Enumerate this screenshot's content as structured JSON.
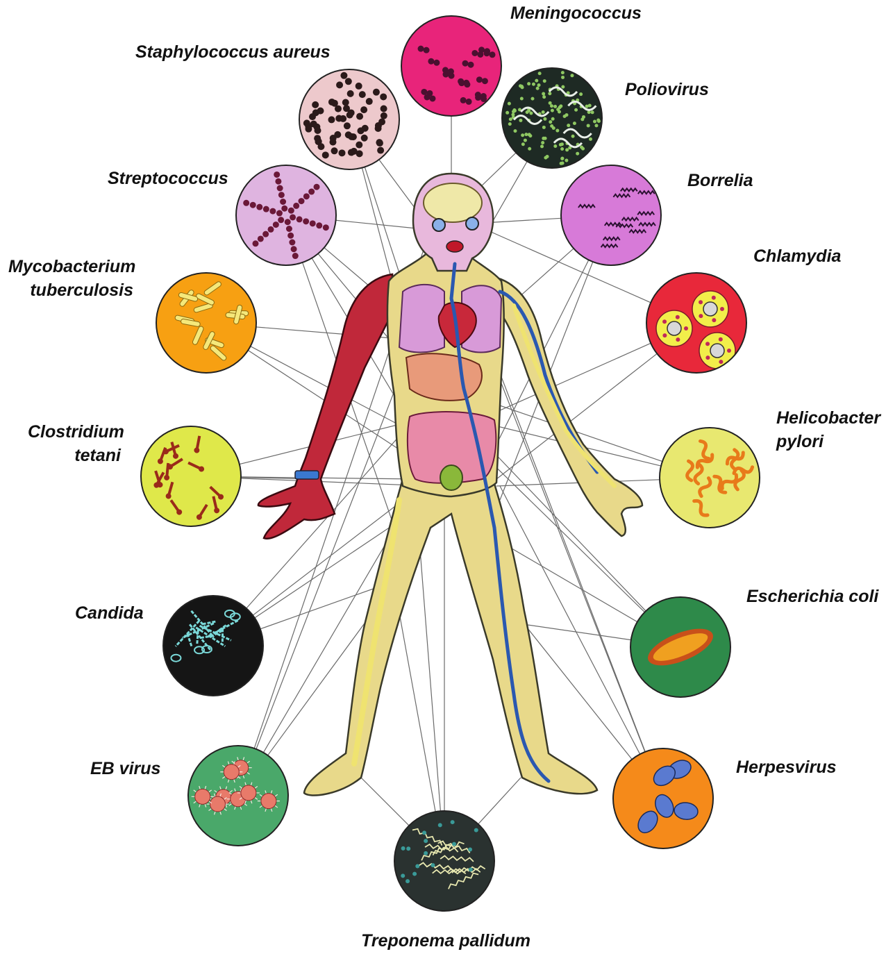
{
  "pathogens": [
    {
      "id": "meningococcus",
      "lines": [
        "Meningococcus"
      ],
      "bg": "#e8247a",
      "mark": "#4a1030",
      "pattern": "diplo"
    },
    {
      "id": "staphylococcus",
      "lines": [
        "Staphylococcus aureus"
      ],
      "bg": "#edc9cc",
      "mark": "#2b1a1a",
      "pattern": "cluster"
    },
    {
      "id": "poliovirus",
      "lines": [
        "Poliovirus"
      ],
      "bg": "#1e2a24",
      "mark": "#8fc862",
      "pattern": "dots"
    },
    {
      "id": "streptococcus",
      "lines": [
        "Streptococcus"
      ],
      "bg": "#dfb4e0",
      "mark": "#6a1838",
      "pattern": "chains"
    },
    {
      "id": "borrelia",
      "lines": [
        "Borrelia"
      ],
      "bg": "#d77ad8",
      "mark": "#2a1030",
      "pattern": "spirals"
    },
    {
      "id": "mycobacterium",
      "lines": [
        "Mycobacterium",
        "tuberculosis"
      ],
      "bg": "#f7a012",
      "mark": "#f5e87a",
      "pattern": "rods"
    },
    {
      "id": "chlamydia",
      "lines": [
        "Chlamydia"
      ],
      "bg": "#e8283a",
      "mark": "#f2ee4a",
      "pattern": "cells"
    },
    {
      "id": "clostridium",
      "lines": [
        "Clostridium",
        "tetani"
      ],
      "bg": "#dfe84a",
      "mark": "#9a2a1a",
      "pattern": "drumsticks"
    },
    {
      "id": "helicobacter",
      "lines": [
        "Helicobacter",
        "pylori"
      ],
      "bg": "#e8e870",
      "mark": "#e87a1a",
      "pattern": "curved"
    },
    {
      "id": "candida",
      "lines": [
        "Candida"
      ],
      "bg": "#151515",
      "mark": "#7ad8d8",
      "pattern": "hyphae"
    },
    {
      "id": "ecoli",
      "lines": [
        "Escherichia coli"
      ],
      "bg": "#2e8a4a",
      "mark": "#f0a020",
      "pattern": "rod"
    },
    {
      "id": "ebvirus",
      "lines": [
        "EB virus"
      ],
      "bg": "#4aa86a",
      "mark": "#e87a6a",
      "pattern": "spiky"
    },
    {
      "id": "herpesvirus",
      "lines": [
        "Herpesvirus"
      ],
      "bg": "#f58a1a",
      "mark": "#5a7ad0",
      "pattern": "blobs"
    },
    {
      "id": "treponema",
      "lines": [
        "Treponema pallidum"
      ],
      "bg": "#2a3230",
      "mark": "#e8e8b0",
      "pattern": "zigzag"
    }
  ],
  "colors": {
    "skin": "#e8d98a",
    "skin_outline": "#3a3a2a",
    "head_skin": "#e8b8dc",
    "muscle": "#c0283a",
    "bone": "#f2ea70",
    "vein": "#2a58b0",
    "lung": "#d89ad8",
    "liver": "#e89a7a",
    "intestine": "#e88aa8",
    "connector": "#6a6a6a"
  }
}
